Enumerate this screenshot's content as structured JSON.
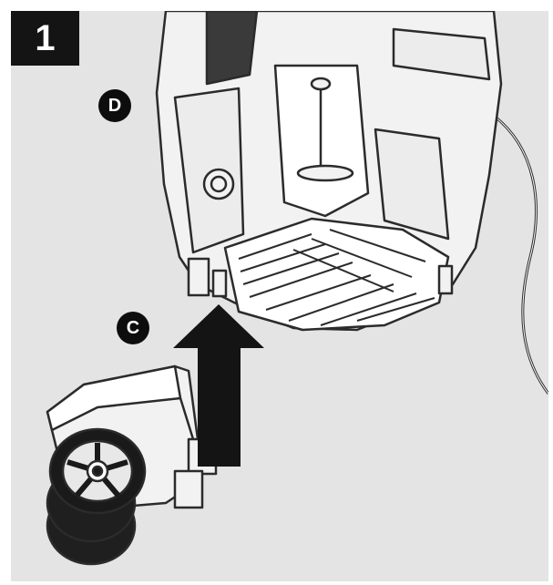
{
  "figure": {
    "step_number": "1",
    "callouts": [
      {
        "id": "D",
        "label": "D"
      },
      {
        "id": "C",
        "label": "C"
      }
    ],
    "arrow_direction": "up",
    "colors": {
      "background": "#e4e4e4",
      "line": "#2b2b2b",
      "fill_light": "#f2f2f2",
      "fill_dark": "#141414"
    },
    "icons": [
      "base-unit-illustration",
      "wheel-module-illustration",
      "up-arrow-icon",
      "cable-illustration"
    ]
  }
}
